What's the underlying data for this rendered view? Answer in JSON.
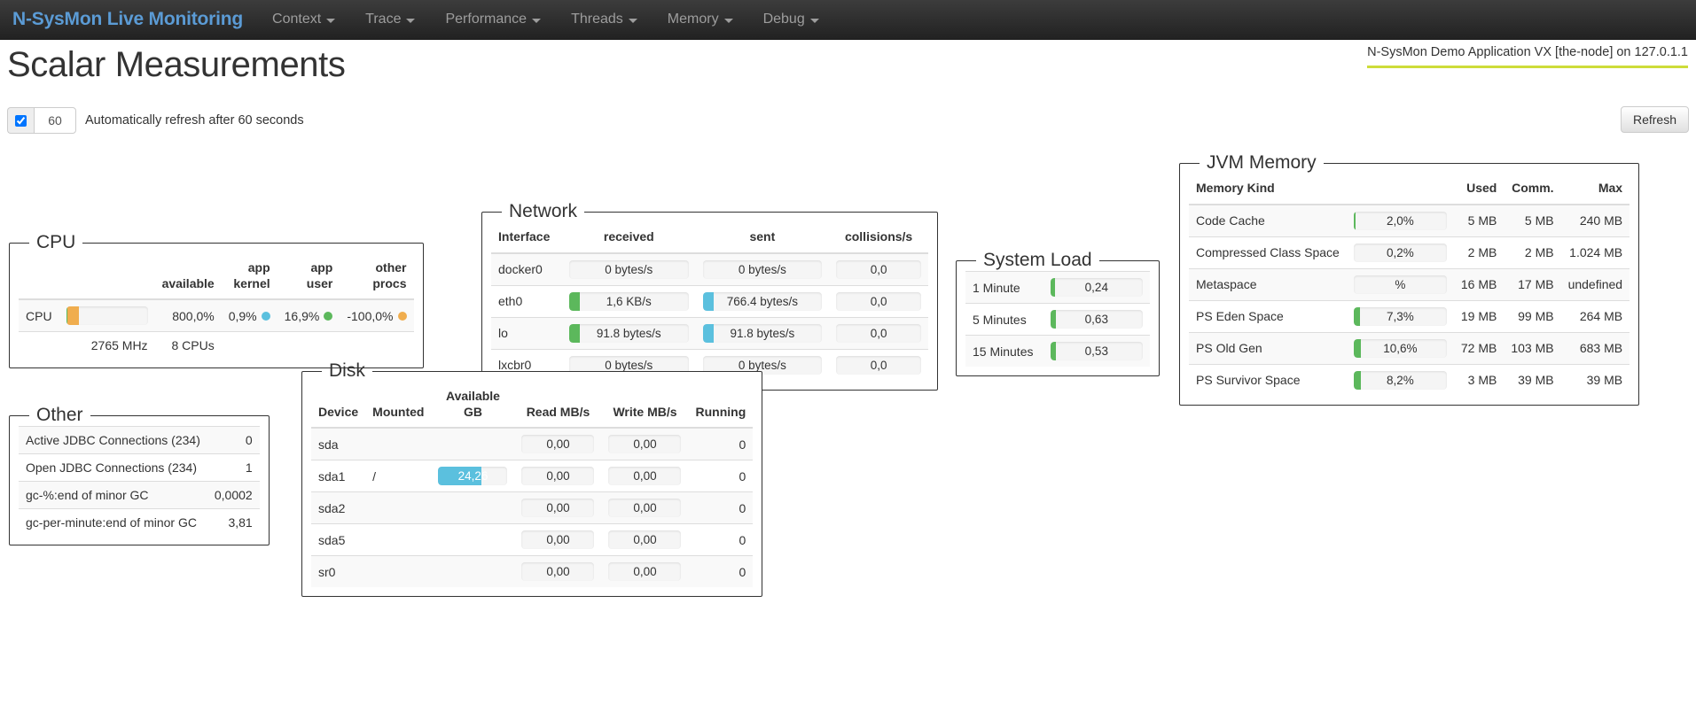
{
  "navbar": {
    "brand": "N-SysMon Live Monitoring",
    "items": [
      {
        "label": "Context",
        "caret": true
      },
      {
        "label": "Trace",
        "caret": true
      },
      {
        "label": "Performance",
        "caret": true
      },
      {
        "label": "Threads",
        "caret": true
      },
      {
        "label": "Memory",
        "caret": true
      },
      {
        "label": "Debug",
        "caret": true
      }
    ]
  },
  "header": {
    "title": "Scalar Measurements",
    "node_info": "N-SysMon Demo Application VX [the-node] on 127.0.1.1",
    "node_underline_color": "#cddc39"
  },
  "refresh": {
    "checked": true,
    "interval_value": "60",
    "interval_placeholder": "60",
    "label": "Automatically refresh after 60 seconds",
    "button_label": "Refresh"
  },
  "colors": {
    "green": "#5cb85c",
    "blue": "#5bc0de",
    "orange": "#f0ad4e",
    "bar_track": "#f5f5f5"
  },
  "panels": {
    "cpu": {
      "legend": "CPU",
      "columns": [
        "",
        "available",
        "app\nkernel",
        "app\nuser",
        "other\nprocs"
      ],
      "rows": [
        {
          "name": "CPU",
          "bar": {
            "segments": [
              {
                "color": "#5cb85c",
                "pct": 2
              },
              {
                "color": "#f0ad4e",
                "pct": 14
              }
            ],
            "text": ""
          },
          "available": "800,0%",
          "app_kernel": {
            "value": "0,9%",
            "dot": "#5bc0de"
          },
          "app_user": {
            "value": "16,9%",
            "dot": "#5cb85c"
          },
          "other_procs": {
            "value": "-100,0%",
            "dot": "#f0ad4e"
          }
        }
      ],
      "footer": {
        "clock": "2765 MHz",
        "cpus": "8 CPUs"
      }
    },
    "network": {
      "legend": "Network",
      "columns": [
        "Interface",
        "received",
        "sent",
        "collisions/s"
      ],
      "rows": [
        {
          "interface": "docker0",
          "received": {
            "text": "0 bytes/s",
            "pct": 0,
            "color": "#5cb85c"
          },
          "sent": {
            "text": "0 bytes/s",
            "pct": 0,
            "color": "#5bc0de"
          },
          "collisions": "0,0"
        },
        {
          "interface": "eth0",
          "received": {
            "text": "1,6 KB/s",
            "pct": 9,
            "color": "#5cb85c"
          },
          "sent": {
            "text": "766.4 bytes/s",
            "pct": 9,
            "color": "#5bc0de"
          },
          "collisions": "0,0"
        },
        {
          "interface": "lo",
          "received": {
            "text": "91.8 bytes/s",
            "pct": 9,
            "color": "#5cb85c"
          },
          "sent": {
            "text": "91.8 bytes/s",
            "pct": 9,
            "color": "#5bc0de"
          },
          "collisions": "0,0"
        },
        {
          "interface": "lxcbr0",
          "received": {
            "text": "0 bytes/s",
            "pct": 0,
            "color": "#5cb85c"
          },
          "sent": {
            "text": "0 bytes/s",
            "pct": 0,
            "color": "#5bc0de"
          },
          "collisions": "0,0"
        }
      ]
    },
    "system_load": {
      "legend": "System Load",
      "rows": [
        {
          "label": "1 Minute",
          "value": "0,24",
          "pct": 5,
          "color": "#5cb85c"
        },
        {
          "label": "5 Minutes",
          "value": "0,63",
          "pct": 6,
          "color": "#5cb85c"
        },
        {
          "label": "15 Minutes",
          "value": "0,53",
          "pct": 6,
          "color": "#5cb85c"
        }
      ]
    },
    "jvm_memory": {
      "legend": "JVM Memory",
      "columns": [
        "Memory Kind",
        "",
        "Used",
        "Comm.",
        "Max"
      ],
      "rows": [
        {
          "kind": "Code Cache",
          "bar": {
            "text": "2,0%",
            "pct": 2,
            "color": "#5cb85c"
          },
          "used": "5 MB",
          "comm": "5 MB",
          "max": "240 MB"
        },
        {
          "kind": "Compressed Class Space",
          "bar": {
            "text": "0,2%",
            "pct": 0,
            "color": "#5cb85c"
          },
          "used": "2 MB",
          "comm": "2 MB",
          "max": "1.024 MB"
        },
        {
          "kind": "Metaspace",
          "bar": {
            "text": "%",
            "pct": 0,
            "color": "#5cb85c"
          },
          "used": "16 MB",
          "comm": "17 MB",
          "max": "undefined"
        },
        {
          "kind": "PS Eden Space",
          "bar": {
            "text": "7,3%",
            "pct": 7,
            "color": "#5cb85c"
          },
          "used": "19 MB",
          "comm": "99 MB",
          "max": "264 MB"
        },
        {
          "kind": "PS Old Gen",
          "bar": {
            "text": "10,6%",
            "pct": 8,
            "color": "#5cb85c"
          },
          "used": "72 MB",
          "comm": "103 MB",
          "max": "683 MB"
        },
        {
          "kind": "PS Survivor Space",
          "bar": {
            "text": "8,2%",
            "pct": 8,
            "color": "#5cb85c"
          },
          "used": "3 MB",
          "comm": "39 MB",
          "max": "39 MB"
        }
      ]
    },
    "disk": {
      "legend": "Disk",
      "columns": [
        "Device",
        "Mounted",
        "Available GB",
        "Read MB/s",
        "Write MB/s",
        "Running"
      ],
      "rows": [
        {
          "device": "sda",
          "mounted": "",
          "available": {
            "text": "",
            "pct": 0,
            "color": "#5bc0de",
            "show": false
          },
          "read": "0,00",
          "write": "0,00",
          "running": "0"
        },
        {
          "device": "sda1",
          "mounted": "/",
          "available": {
            "text": "24,26",
            "pct": 62,
            "color": "#5bc0de",
            "show": true
          },
          "read": "0,00",
          "write": "0,00",
          "running": "0"
        },
        {
          "device": "sda2",
          "mounted": "",
          "available": {
            "text": "",
            "pct": 0,
            "color": "#5bc0de",
            "show": false
          },
          "read": "0,00",
          "write": "0,00",
          "running": "0"
        },
        {
          "device": "sda5",
          "mounted": "",
          "available": {
            "text": "",
            "pct": 0,
            "color": "#5bc0de",
            "show": false
          },
          "read": "0,00",
          "write": "0,00",
          "running": "0"
        },
        {
          "device": "sr0",
          "mounted": "",
          "available": {
            "text": "",
            "pct": 0,
            "color": "#5bc0de",
            "show": false
          },
          "read": "0,00",
          "write": "0,00",
          "running": "0"
        }
      ]
    },
    "other": {
      "legend": "Other",
      "rows": [
        {
          "label": "Active JDBC Connections (234)",
          "value": "0"
        },
        {
          "label": "Open JDBC Connections (234)",
          "value": "1"
        },
        {
          "label": "gc-%:end of minor GC",
          "value": "0,0002"
        },
        {
          "label": "gc-per-minute:end of minor GC",
          "value": "3,81"
        }
      ]
    }
  }
}
